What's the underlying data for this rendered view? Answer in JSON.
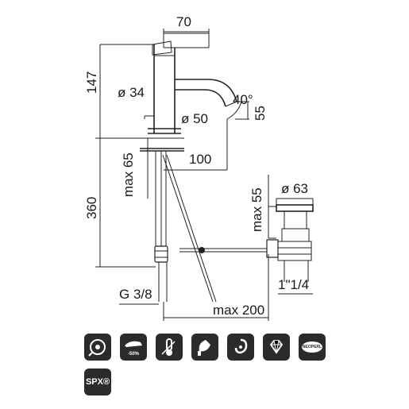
{
  "dimensions": {
    "width_top": "70",
    "height_body": "147",
    "diameter_body": "ø 34",
    "spout_angle": "40°",
    "spout_height": "55",
    "diameter_base": "ø 50",
    "max_thickness": "max 65",
    "reach": "100",
    "height_total": "360",
    "waste_height": "max 55",
    "waste_diameter": "ø 63",
    "waste_thread": "1\"1/4",
    "inlet_thread": "G 3/8",
    "rod_length": "max 200"
  },
  "icons": [
    {
      "name": "ceramic-cartridge-icon",
      "label": ""
    },
    {
      "name": "water-saving-icon",
      "label": "-50%"
    },
    {
      "name": "temperature-limiter-icon",
      "label": ""
    },
    {
      "name": "hygiene-function-icon",
      "label": ""
    },
    {
      "name": "cold-start-icon",
      "label": ""
    },
    {
      "name": "diamond-finish-icon",
      "label": ""
    },
    {
      "name": "neoperl-aerator-icon",
      "label": "NEOPERL"
    },
    {
      "name": "spx-icon",
      "label": "SPX®"
    }
  ]
}
